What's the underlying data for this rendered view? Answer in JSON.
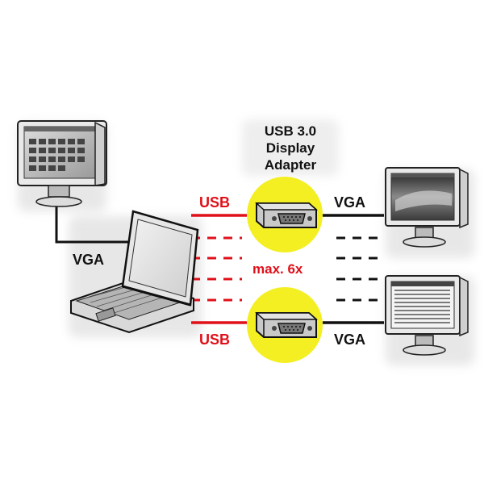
{
  "title": {
    "line1": "USB 3.0",
    "line2": "Display",
    "line3": "Adapter"
  },
  "labels": {
    "vga_left": "VGA",
    "usb_top": "USB",
    "vga_top": "VGA",
    "max_count": "max. 6x",
    "usb_bottom": "USB",
    "vga_bottom": "VGA"
  },
  "colors": {
    "usb_line": "#e0101a",
    "vga_line": "#111111",
    "adapter_highlight": "#f4ef22",
    "text_dark": "#111111"
  },
  "icons": {
    "laptop": "laptop-icon",
    "monitor": "monitor-icon",
    "adapter": "usb-vga-adapter-icon"
  }
}
